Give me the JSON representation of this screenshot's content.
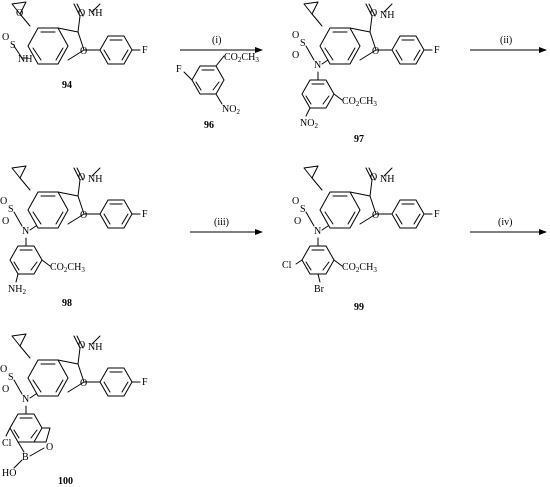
{
  "compounds": [
    {
      "id": "94",
      "label": "94"
    },
    {
      "id": "96",
      "label": "96"
    },
    {
      "id": "97",
      "label": "97"
    },
    {
      "id": "98",
      "label": "98"
    },
    {
      "id": "99",
      "label": "99"
    },
    {
      "id": "100",
      "label": "100"
    }
  ],
  "steps": [
    "(i)",
    "(ii)",
    "(iii)",
    "(iv)"
  ],
  "atoms": {
    "nh": "NH",
    "n": "N",
    "o": "O",
    "s": "S",
    "f": "F",
    "cl": "Cl",
    "br": "Br",
    "b": "B",
    "h": "H",
    "ho": "HO",
    "ester_co": "CO",
    "ester_o": "CH",
    "two": "2",
    "three": "3",
    "nh2": "NH",
    "no2": "NO"
  }
}
